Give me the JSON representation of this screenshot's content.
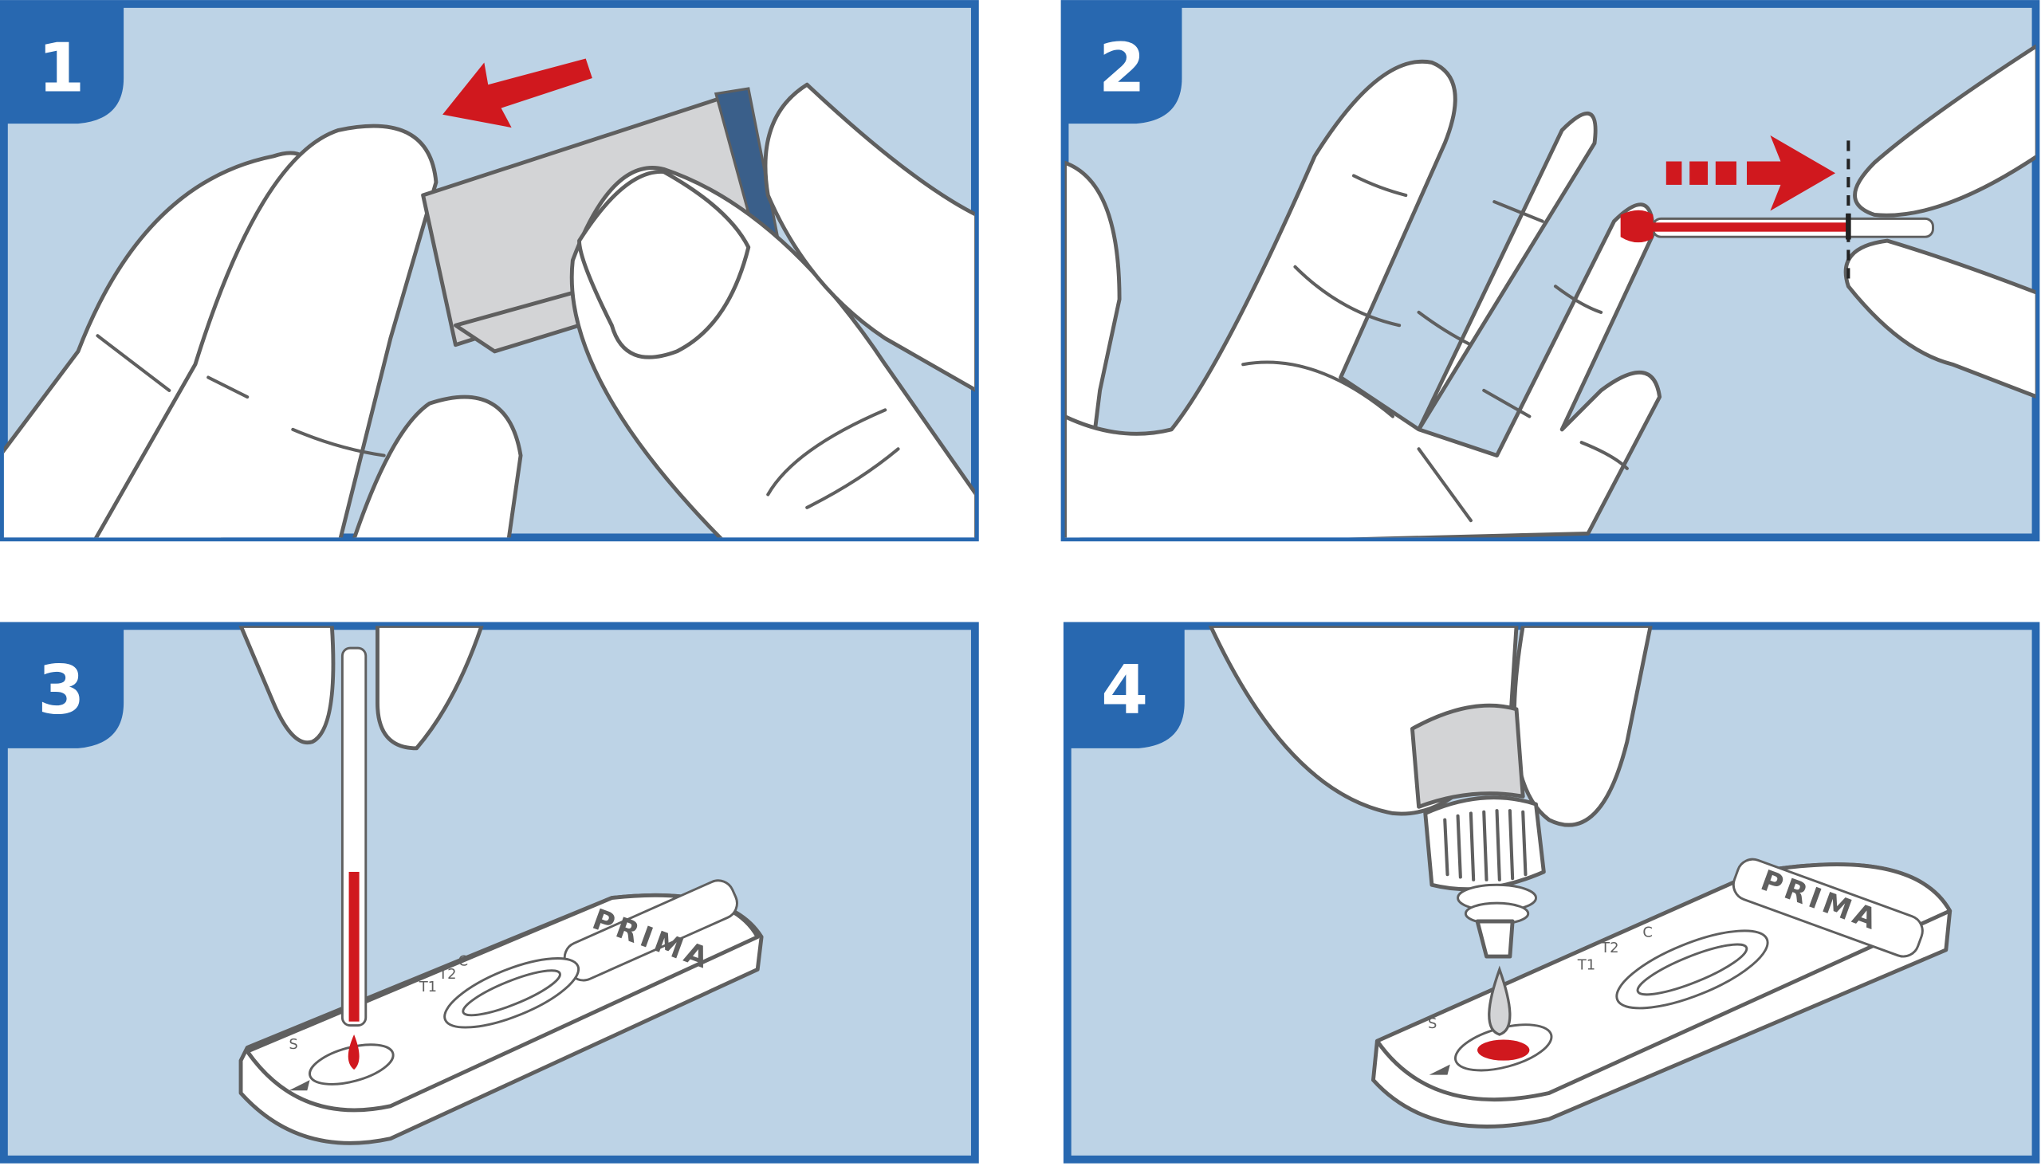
{
  "steps": [
    {
      "number": "1"
    },
    {
      "number": "2"
    },
    {
      "number": "3",
      "cassette": {
        "brand": "PRIMA",
        "sample_label": "S",
        "lines": [
          "T1",
          "T2",
          "C"
        ]
      }
    },
    {
      "number": "4",
      "cassette": {
        "brand": "PRIMA",
        "sample_label": "S",
        "lines": [
          "T1",
          "T2",
          "C"
        ]
      }
    }
  ],
  "colors": {
    "frame": "#2868b0",
    "panel": "#bdd3e6",
    "blood": "#d0181e",
    "outline": "#5f5f5f"
  }
}
